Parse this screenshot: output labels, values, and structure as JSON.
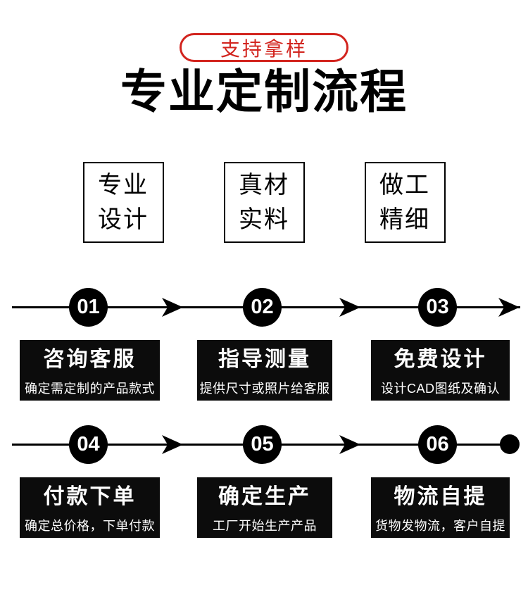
{
  "badge": {
    "label": "支持拿样"
  },
  "title": "专业定制流程",
  "features": [
    {
      "line1": "专业",
      "line2": "设计"
    },
    {
      "line1": "真材",
      "line2": "实料"
    },
    {
      "line1": "做工",
      "line2": "精细"
    }
  ],
  "steps": [
    {
      "num": "01",
      "title": "咨询客服",
      "desc": "确定需定制的产品款式"
    },
    {
      "num": "02",
      "title": "指导测量",
      "desc": "提供尺寸或照片给客服"
    },
    {
      "num": "03",
      "title": "免费设计",
      "desc": "设计CAD图纸及确认"
    },
    {
      "num": "04",
      "title": "付款下单",
      "desc": "确定总价格，下单付款"
    },
    {
      "num": "05",
      "title": "确定生产",
      "desc": "工厂开始生产产品"
    },
    {
      "num": "06",
      "title": "物流自提",
      "desc": "货物发物流，客户自提"
    }
  ],
  "colors": {
    "accent_red": "#d2241e",
    "ink": "#000000",
    "step_box_bg": "#0c0c0c",
    "step_box_text": "#ffffff"
  }
}
